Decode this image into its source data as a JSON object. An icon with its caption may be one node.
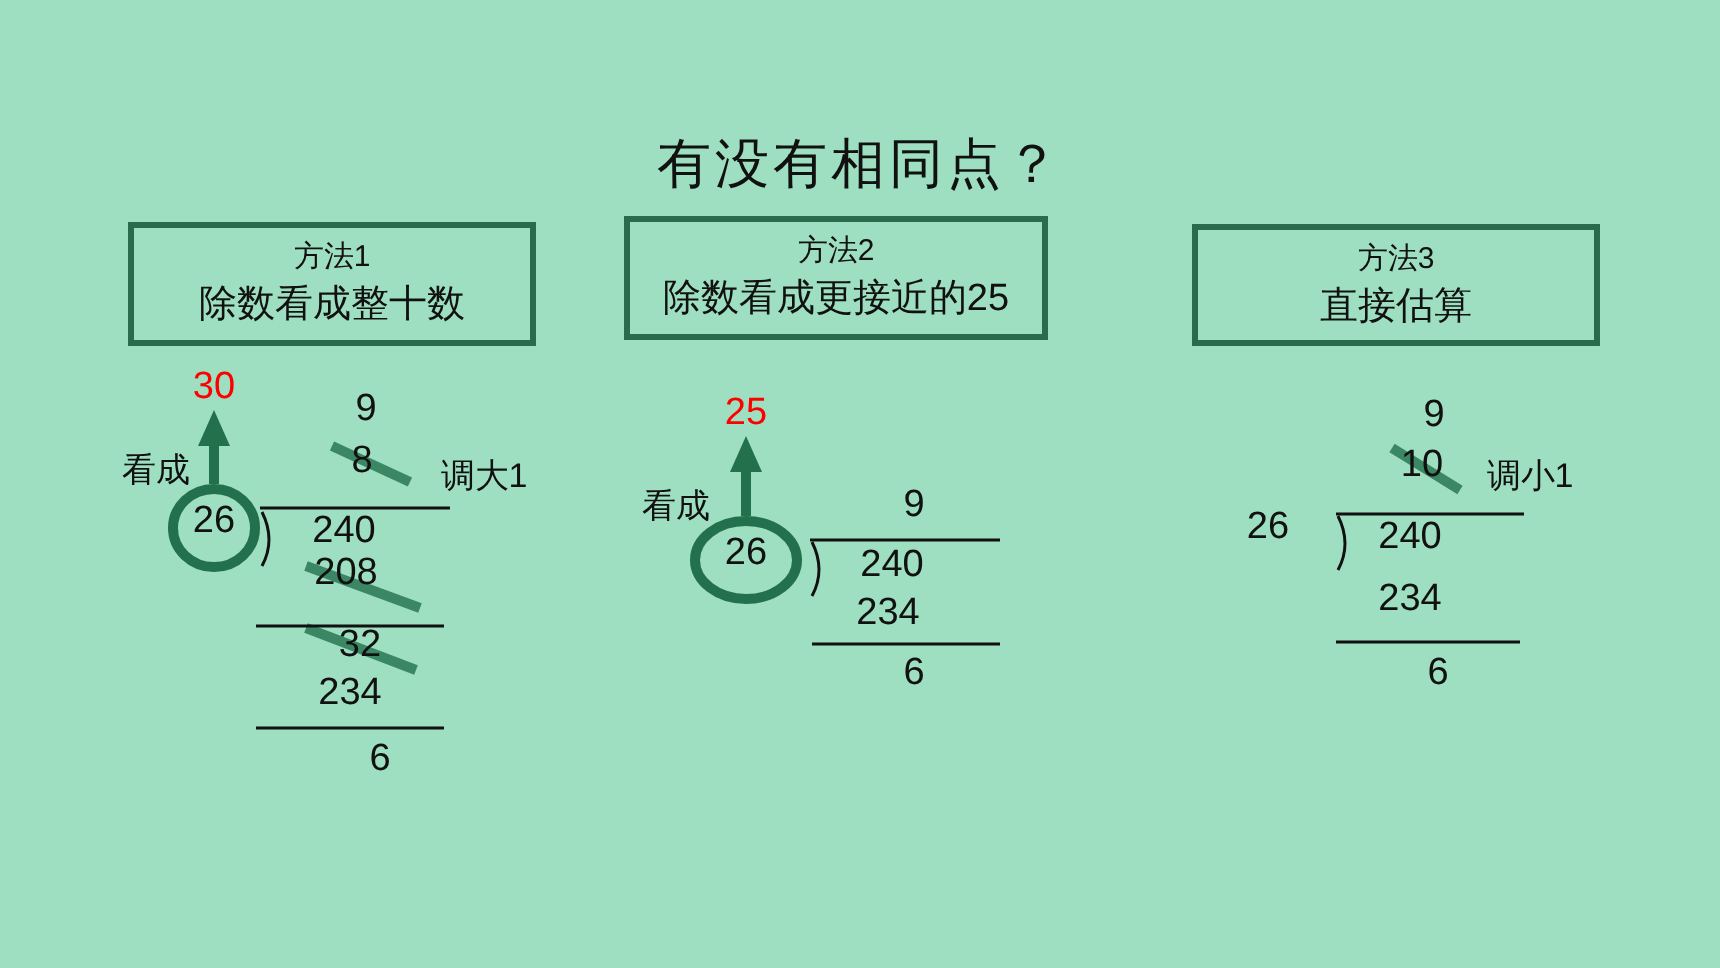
{
  "diagram": {
    "title": "有没有相同点？",
    "nodes": [
      {
        "text": [
          "方法1",
          "除数看成整十数"
        ]
      },
      {
        "text": [
          "方法2",
          "除数看成更接近的25"
        ]
      },
      {
        "text": [
          "方法3",
          "直接估算"
        ]
      },
      {
        "text": [
          "26"
        ]
      },
      {
        "text": [
          "30"
        ]
      },
      {
        "text": [
          "26"
        ]
      },
      {
        "text": [
          "25"
        ]
      }
    ],
    "edges": [
      {
        "from": 3,
        "to": 4,
        "arrow": "to",
        "label": "看成"
      },
      {
        "from": 5,
        "to": 6,
        "arrow": "to",
        "label": "看成"
      }
    ],
    "labels": [
      "9",
      "8",
      "调大1",
      "240",
      "208",
      "32",
      "234",
      "6",
      "9",
      "240",
      "234",
      "6",
      "9",
      "10",
      "调小1",
      "26",
      "240",
      "234",
      "6"
    ]
  }
}
